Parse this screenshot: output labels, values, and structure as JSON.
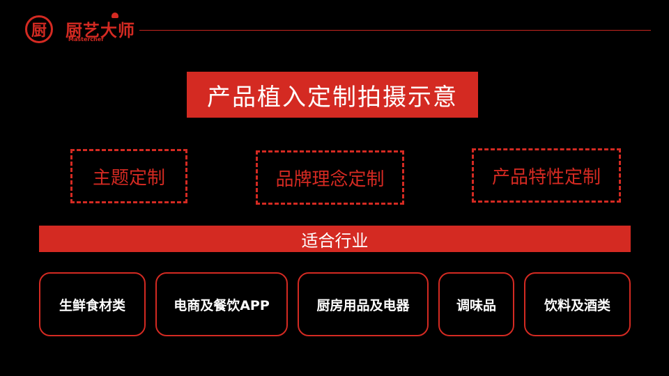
{
  "header": {
    "logo_mark": "厨",
    "logo_name": "厨艺大师",
    "logo_sub": "Masterchef"
  },
  "title": "产品植入定制拍摄示意",
  "custom_types": [
    {
      "label": "主题定制"
    },
    {
      "label": "品牌理念定制"
    },
    {
      "label": "产品特性定制"
    }
  ],
  "industry_band": "适合行业",
  "industries": [
    {
      "label": "生鲜食材类"
    },
    {
      "label": "电商及餐饮APP"
    },
    {
      "label": "厨房用品及电器"
    },
    {
      "label": "调味品"
    },
    {
      "label": "饮料及酒类"
    }
  ],
  "colors": {
    "accent": "#d42a22",
    "background": "#000000",
    "text": "#ffffff"
  }
}
